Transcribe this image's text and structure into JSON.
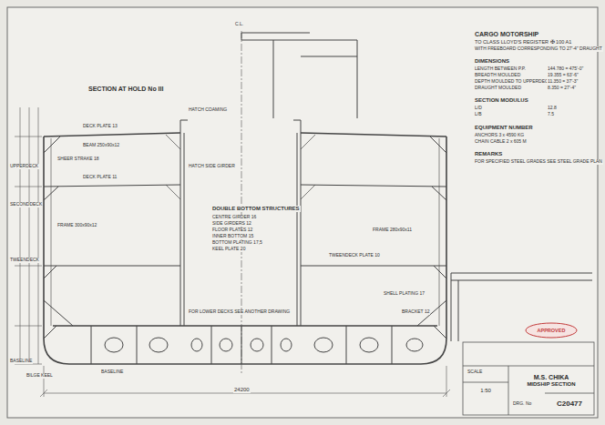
{
  "diagram": {
    "nodes": [
      {
        "text": [
          "M.S. CHIKA",
          "MIDSHIP SECTION"
        ]
      },
      {
        "text": [
          "1:50"
        ]
      },
      {
        "text": [
          "C20477"
        ]
      },
      {
        "text": [
          "APPROVED"
        ]
      }
    ],
    "labels": [
      "CARGO MOTORSHIP",
      "TO CLASS LLOYD'S REGISTER ✠ 100 A1",
      "WITH FREEBOARD CORRESPONDING TO 27'-4\" DRAUGHT",
      "DIMENSIONS",
      "LENGTH BETWEEN P.P.",
      "144.780 = 475'-0\"",
      "BREADTH MOULDED",
      "19.355 = 63'-6\"",
      "DEPTH MOULDED TO UPPERDECK",
      "11.350 = 37'-3\"",
      "DRAUGHT MOULDED",
      "8.350 = 27'-4\"",
      "SECTION MODULUS",
      "L/D",
      "12.8",
      "L/B",
      "7.5",
      "EQUIPMENT NUMBER",
      "ANCHORS 3 x 4590 KG",
      "CHAIN CABLE 2 x 605 M",
      "REMARKS",
      "FOR SPECIFIED STEEL GRADES SEE STEEL GRADE PLAN",
      "SECTION AT HOLD No III",
      "UPPERDECK",
      "SECONDDECK",
      "TWEENDECK",
      "BASELINE",
      "DECK PLATE 13",
      "BEAM 250x90x12",
      "DECK PLATE 11",
      "FRAME 300x90x12",
      "SHEER STRAKE 18",
      "HATCH COAMING",
      "HATCH SIDE GIRDER",
      "DOUBLE BOTTOM STRUCTURES",
      "CENTRE GIRDER 16",
      "SIDE GIRDERS 12",
      "FLOOR PLATES 12",
      "INNER BOTTOM 15",
      "BOTTOM PLATING 17,5",
      "KEEL PLATE 20",
      "FOR LOWER DECKS SEE ANOTHER DRAWING",
      "BILGE KEEL",
      "BASELINE",
      "24200",
      "C.L.",
      "SHELL PLATING 17",
      "FRAME 280x90x11",
      "BRACKET 12",
      "TWEENDECK PLATE 10",
      "SCALE",
      "DRG. No"
    ]
  }
}
